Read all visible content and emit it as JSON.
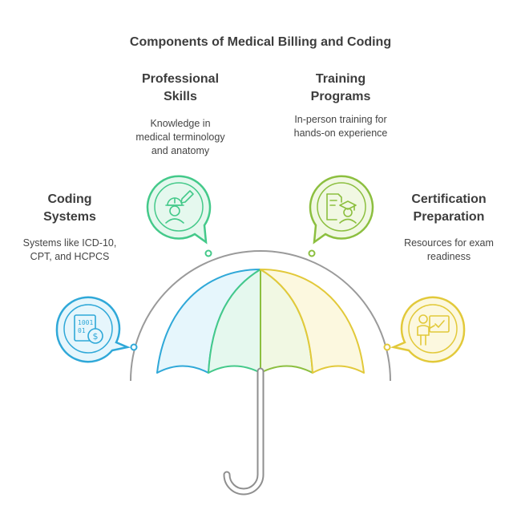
{
  "title": "Components of Medical Billing and Coding",
  "components": [
    {
      "heading_line1": "Coding",
      "heading_line2": "Systems",
      "desc_line1": "Systems like ICD-10,",
      "desc_line2": "CPT, and HCPCS",
      "desc_line3": "",
      "color": "#2fa8d8",
      "fill": "#e6f6fc",
      "icon": "binary-document-dollar-icon"
    },
    {
      "heading_line1": "Professional",
      "heading_line2": "Skills",
      "desc_line1": "Knowledge in",
      "desc_line2": "medical terminology",
      "desc_line3": "and anatomy",
      "color": "#44c98a",
      "fill": "#e5f8ee",
      "icon": "worker-pencil-icon"
    },
    {
      "heading_line1": "Training",
      "heading_line2": "Programs",
      "desc_line1": "In-person training for",
      "desc_line2": "hands-on experience",
      "desc_line3": "",
      "color": "#8cbf3f",
      "fill": "#f1f8e3",
      "icon": "graduate-document-icon"
    },
    {
      "heading_line1": "Certification",
      "heading_line2": "Preparation",
      "desc_line1": "Resources for exam",
      "desc_line2": "readiness",
      "desc_line3": "",
      "color": "#e2c93a",
      "fill": "#fcf8df",
      "icon": "presenter-board-icon"
    }
  ]
}
